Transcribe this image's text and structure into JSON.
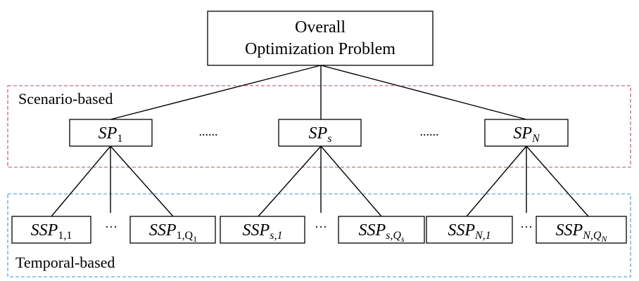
{
  "overall": {
    "line1": "Overall",
    "line2": "Optimization Problem"
  },
  "regions": {
    "scenario": "Scenario-based",
    "temporal": "Temporal-based"
  },
  "subproblems": {
    "sp1": {
      "base": "SP",
      "sub": "1"
    },
    "sps": {
      "base": "SP",
      "sub": "s"
    },
    "spN": {
      "base": "SP",
      "sub": "N"
    }
  },
  "subsubproblems": {
    "ssp_1_1": {
      "base": "SSP",
      "sub": "1,1"
    },
    "ssp_1_Q": {
      "base": "SSP",
      "sub": "1,Q",
      "subsub": "1"
    },
    "ssp_s_1": {
      "base": "SSP",
      "sub": "s,1"
    },
    "ssp_s_Q": {
      "base": "SSP",
      "sub": "s,Q",
      "subsub": "s"
    },
    "ssp_N_1": {
      "base": "SSP",
      "sub": "N,1"
    },
    "ssp_N_Q": {
      "base": "SSP",
      "sub": "N,Q",
      "subsub": "N"
    }
  },
  "ellipses": {
    "long": "......",
    "short": "···"
  },
  "colors": {
    "scenario_border": "#c8455a",
    "temporal_border": "#3a9acb"
  }
}
